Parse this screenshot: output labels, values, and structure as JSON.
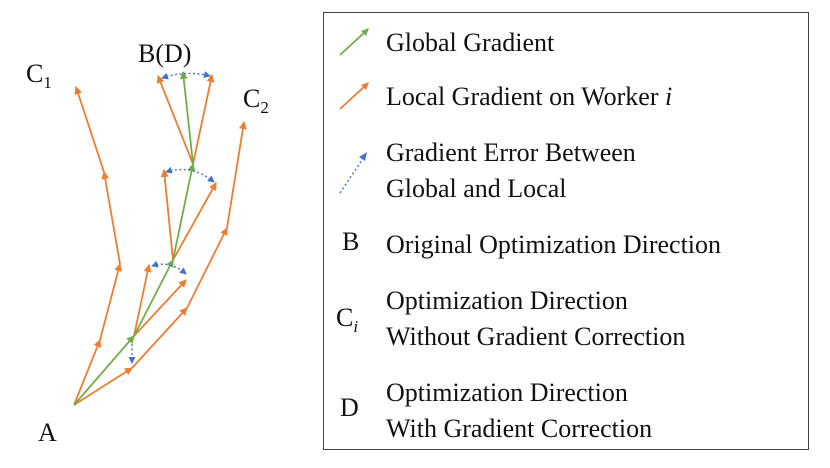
{
  "points": {
    "A": "A",
    "BD": "B(D)",
    "C1": "C",
    "C1_sub": "1",
    "C2": "C",
    "C2_sub": "2"
  },
  "legend": {
    "global": "Global Gradient",
    "local_prefix": "Local Gradient on Worker ",
    "local_var": "i",
    "error_line1": "Gradient Error Between",
    "error_line2": "Global and Local",
    "b_key": "B",
    "b_text": "Original Optimization Direction",
    "ci_key": "C",
    "ci_sub": "i",
    "ci_line1": "Optimization Direction",
    "ci_line2": "Without Gradient Correction",
    "d_key": "D",
    "d_line1": "Optimization Direction",
    "d_line2": "With Gradient Correction"
  },
  "colors": {
    "global": "#70ad47",
    "local": "#ed7d31",
    "error": "#4472c4"
  }
}
